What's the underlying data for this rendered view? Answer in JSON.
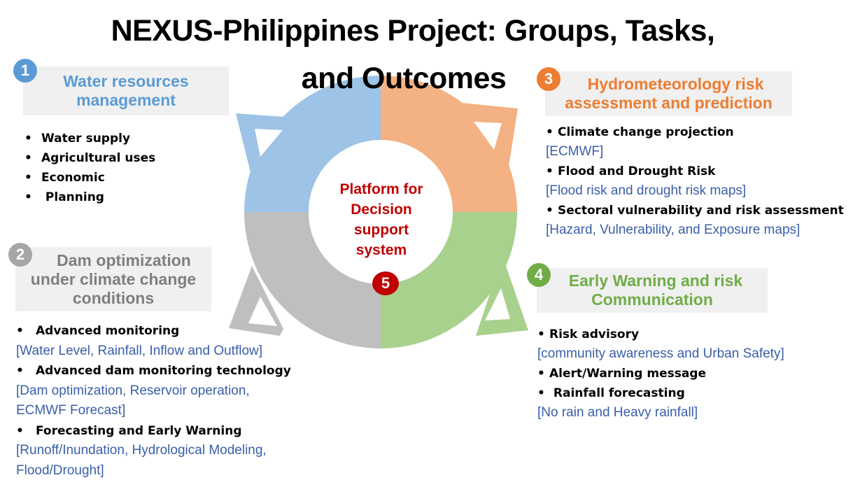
{
  "title": {
    "line1": "NEXUS-Philippines Project: Groups, Tasks,",
    "line2": "and Outcomes"
  },
  "colors": {
    "group1": "#9dc3e6",
    "group2": "#bfbfbf",
    "group3": "#f4b183",
    "group4": "#a9d18e",
    "center": "#c00000",
    "subtext": "#3a5fa8"
  },
  "center": {
    "lines": [
      "Platform for",
      "Decision",
      "support",
      "system"
    ],
    "number": "5"
  },
  "groups": [
    {
      "number": "1",
      "title_lines": [
        "Water resources",
        "management"
      ],
      "items": [
        {
          "label": "Water supply"
        },
        {
          "label": "Agricultural uses"
        },
        {
          "label": "Economic"
        },
        {
          "label": " Planning"
        }
      ]
    },
    {
      "number": "2",
      "title_lines": [
        "Dam optimization",
        "under climate change",
        "conditions"
      ],
      "items": [
        {
          "label": "Advanced monitoring",
          "detail": [
            "[Water Level, Rainfall, Inflow and Outflow]"
          ]
        },
        {
          "label": "Advanced dam monitoring technology",
          "detail": [
            "[Dam optimization, Reservoir operation,",
            "ECMWF Forecast]"
          ]
        },
        {
          "label": "Forecasting and Early Warning",
          "detail": [
            "[Runoff/Inundation, Hydrological Modeling,",
            "Flood/Drought]"
          ]
        }
      ]
    },
    {
      "number": "3",
      "title_lines": [
        "Hydrometeorology risk",
        "assessment and prediction"
      ],
      "items": [
        {
          "label": "Climate change projection",
          "detail": [
            "[ECMWF]"
          ]
        },
        {
          "label": "Flood and Drought Risk",
          "detail": [
            "[Flood risk and drought risk maps]"
          ]
        },
        {
          "label": "Sectoral vulnerability and risk assessment",
          "detail": [
            "[Hazard, Vulnerability, and Exposure maps]"
          ]
        }
      ]
    },
    {
      "number": "4",
      "title_lines": [
        "Early Warning and risk",
        "Communication"
      ],
      "items": [
        {
          "label": "Risk advisory",
          "detail": [
            "[community awareness and Urban Safety]"
          ]
        },
        {
          "label": "Alert/Warning message"
        },
        {
          "label": " Rainfall forecasting",
          "detail": [
            "[No rain and Heavy rainfall]"
          ]
        }
      ]
    }
  ]
}
